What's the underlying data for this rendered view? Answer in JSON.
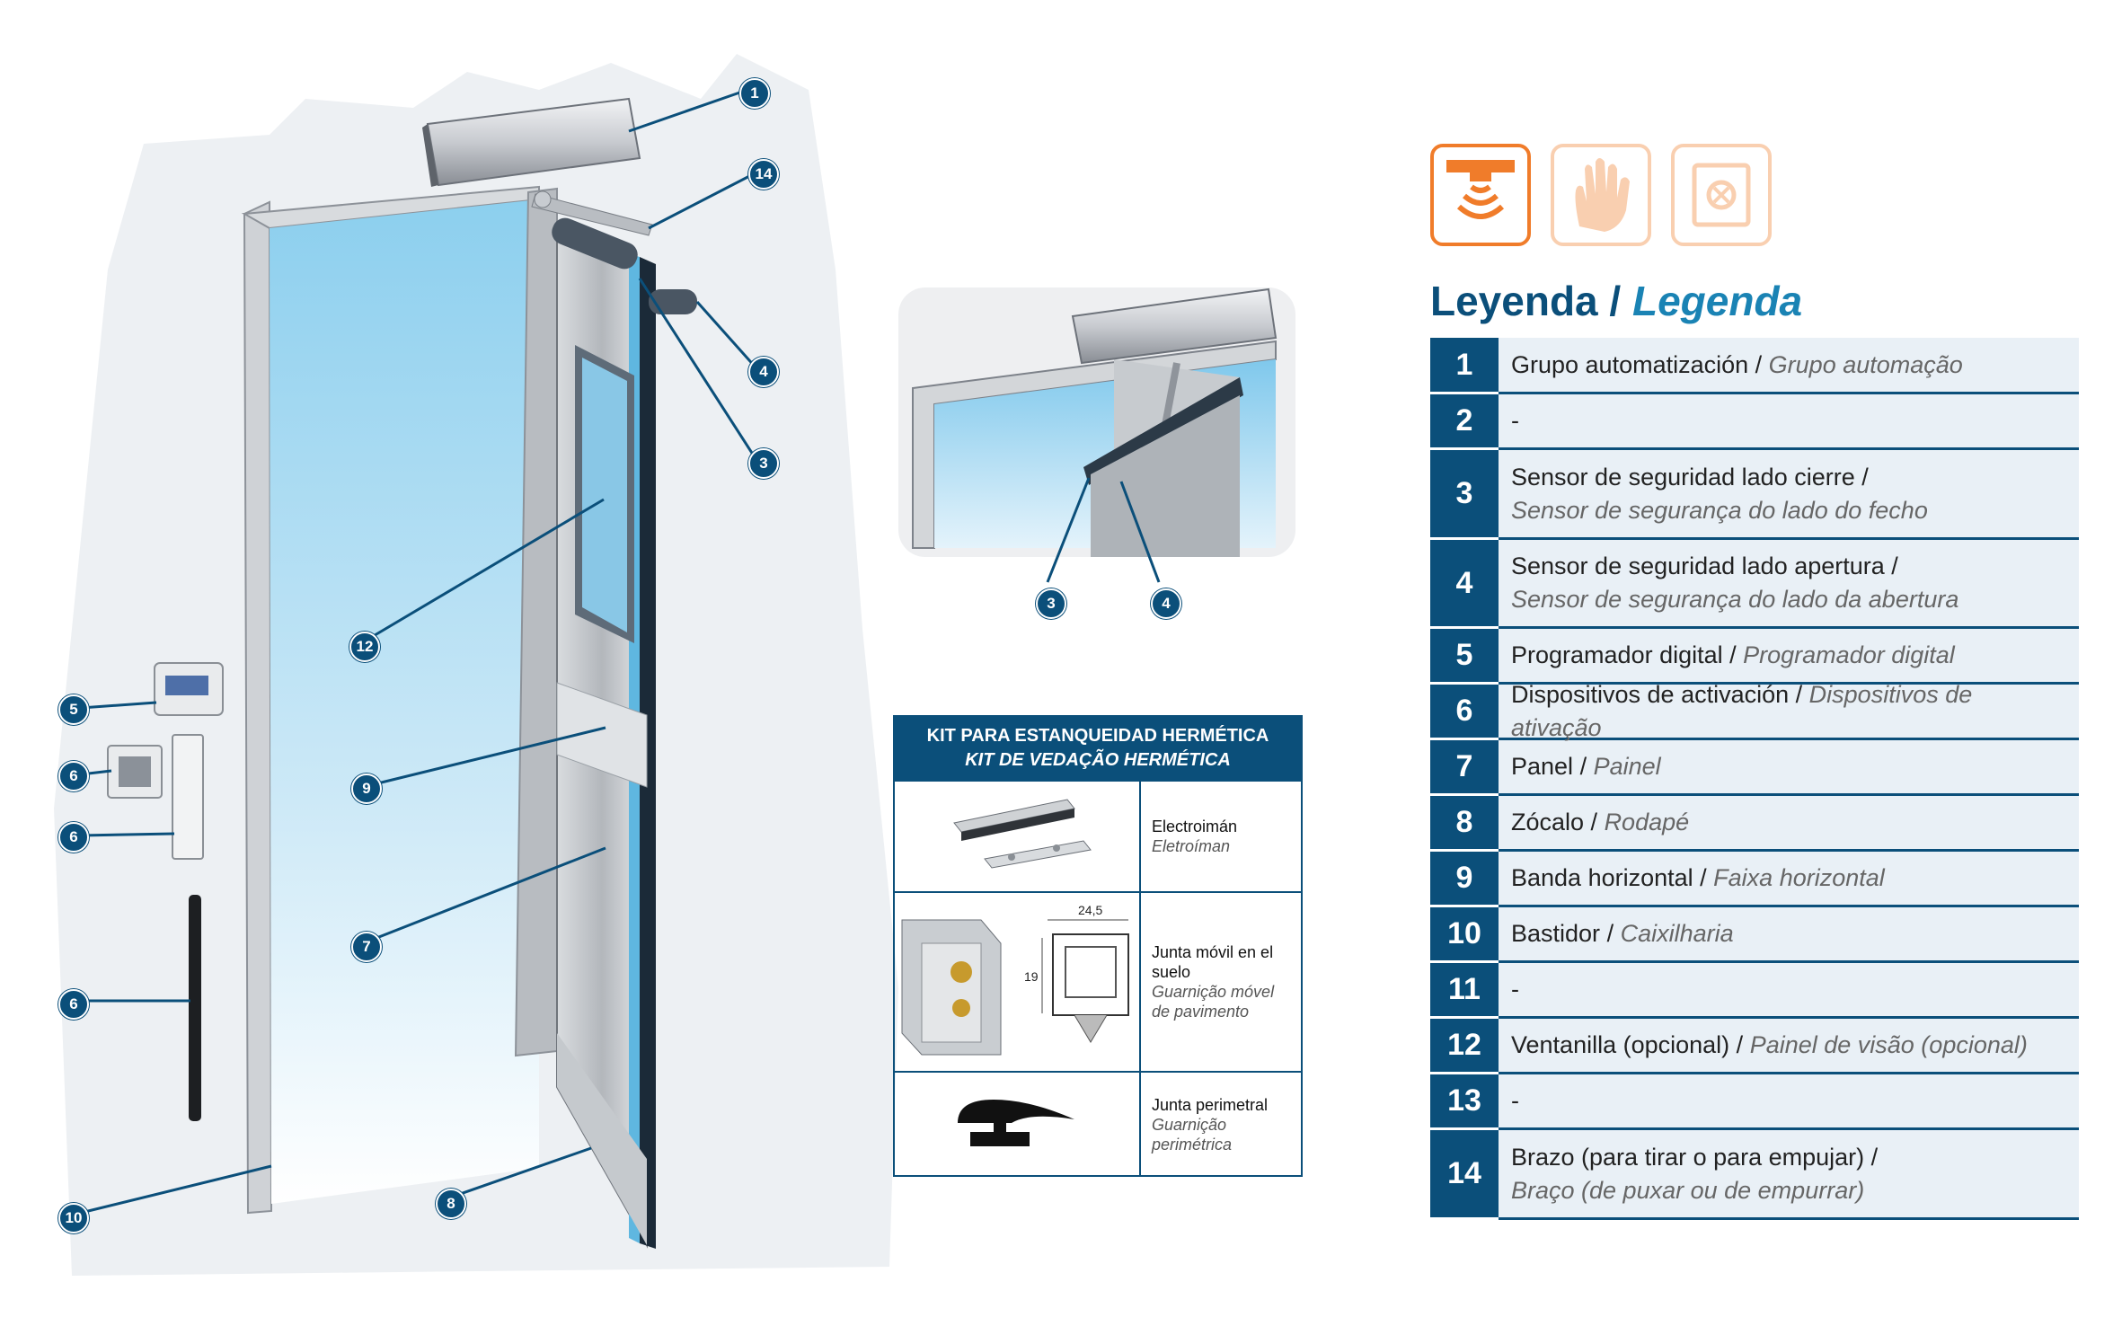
{
  "callouts": {
    "c1": "1",
    "c14": "14",
    "c4": "4",
    "c3": "3",
    "c12": "12",
    "c5": "5",
    "c6a": "6",
    "c6b": "6",
    "c6c": "6",
    "c9": "9",
    "c7": "7",
    "c10": "10",
    "c8": "8",
    "d3": "3",
    "d4": "4"
  },
  "icons": {
    "modes": [
      "sensor-activation-icon",
      "manual-push-icon",
      "safe-lock-icon"
    ]
  },
  "colors": {
    "navy": "#0b4f7a",
    "accent_blue": "#1a83b4",
    "orange": "#f07c2a",
    "orange_light": "#f9cfb0",
    "legend_bg": "#e9f0f6"
  },
  "legend": {
    "title_es": "Leyenda",
    "separator": " / ",
    "title_pt": "Legenda",
    "rows": [
      {
        "num": "1",
        "es": "Grupo automatización",
        "pt": "Grupo automação"
      },
      {
        "num": "2",
        "es": "-",
        "pt": ""
      },
      {
        "num": "3",
        "es": "Sensor de seguridad lado cierre",
        "pt": "Sensor de segurança do lado do fecho"
      },
      {
        "num": "4",
        "es": "Sensor de seguridad lado apertura",
        "pt": "Sensor de segurança do lado da abertura"
      },
      {
        "num": "5",
        "es": "Programador digital",
        "pt": "Programador digital"
      },
      {
        "num": "6",
        "es": "Dispositivos de activación",
        "pt": "Dispositivos de ativação"
      },
      {
        "num": "7",
        "es": "Panel",
        "pt": "Painel"
      },
      {
        "num": "8",
        "es": "Zócalo",
        "pt": "Rodapé"
      },
      {
        "num": "9",
        "es": "Banda horizontal",
        "pt": "Faixa horizontal"
      },
      {
        "num": "10",
        "es": "Bastidor",
        "pt": "Caixilharia"
      },
      {
        "num": "11",
        "es": "-",
        "pt": ""
      },
      {
        "num": "12",
        "es": "Ventanilla (opcional)",
        "pt": "Painel de visão (opcional)"
      },
      {
        "num": "13",
        "es": "-",
        "pt": ""
      },
      {
        "num": "14",
        "es": "Brazo (para tirar o para empujar)",
        "pt": "Braço (de puxar ou de empurrar)"
      }
    ]
  },
  "kit": {
    "title_es": "KIT PARA ESTANQUEIDAD HERMÉTICA",
    "title_pt": "KIT DE VEDAÇÃO HERMÉTICA",
    "items": [
      {
        "es": "Electroimán",
        "pt": "Eletroíman"
      },
      {
        "es": "Junta móvil en el suelo",
        "pt": "Guarnição móvel de pavimento"
      },
      {
        "es": "Junta perimetral",
        "pt": "Guarnição perimétrica"
      }
    ],
    "dim_width": "24,5",
    "dim_height": "19"
  }
}
